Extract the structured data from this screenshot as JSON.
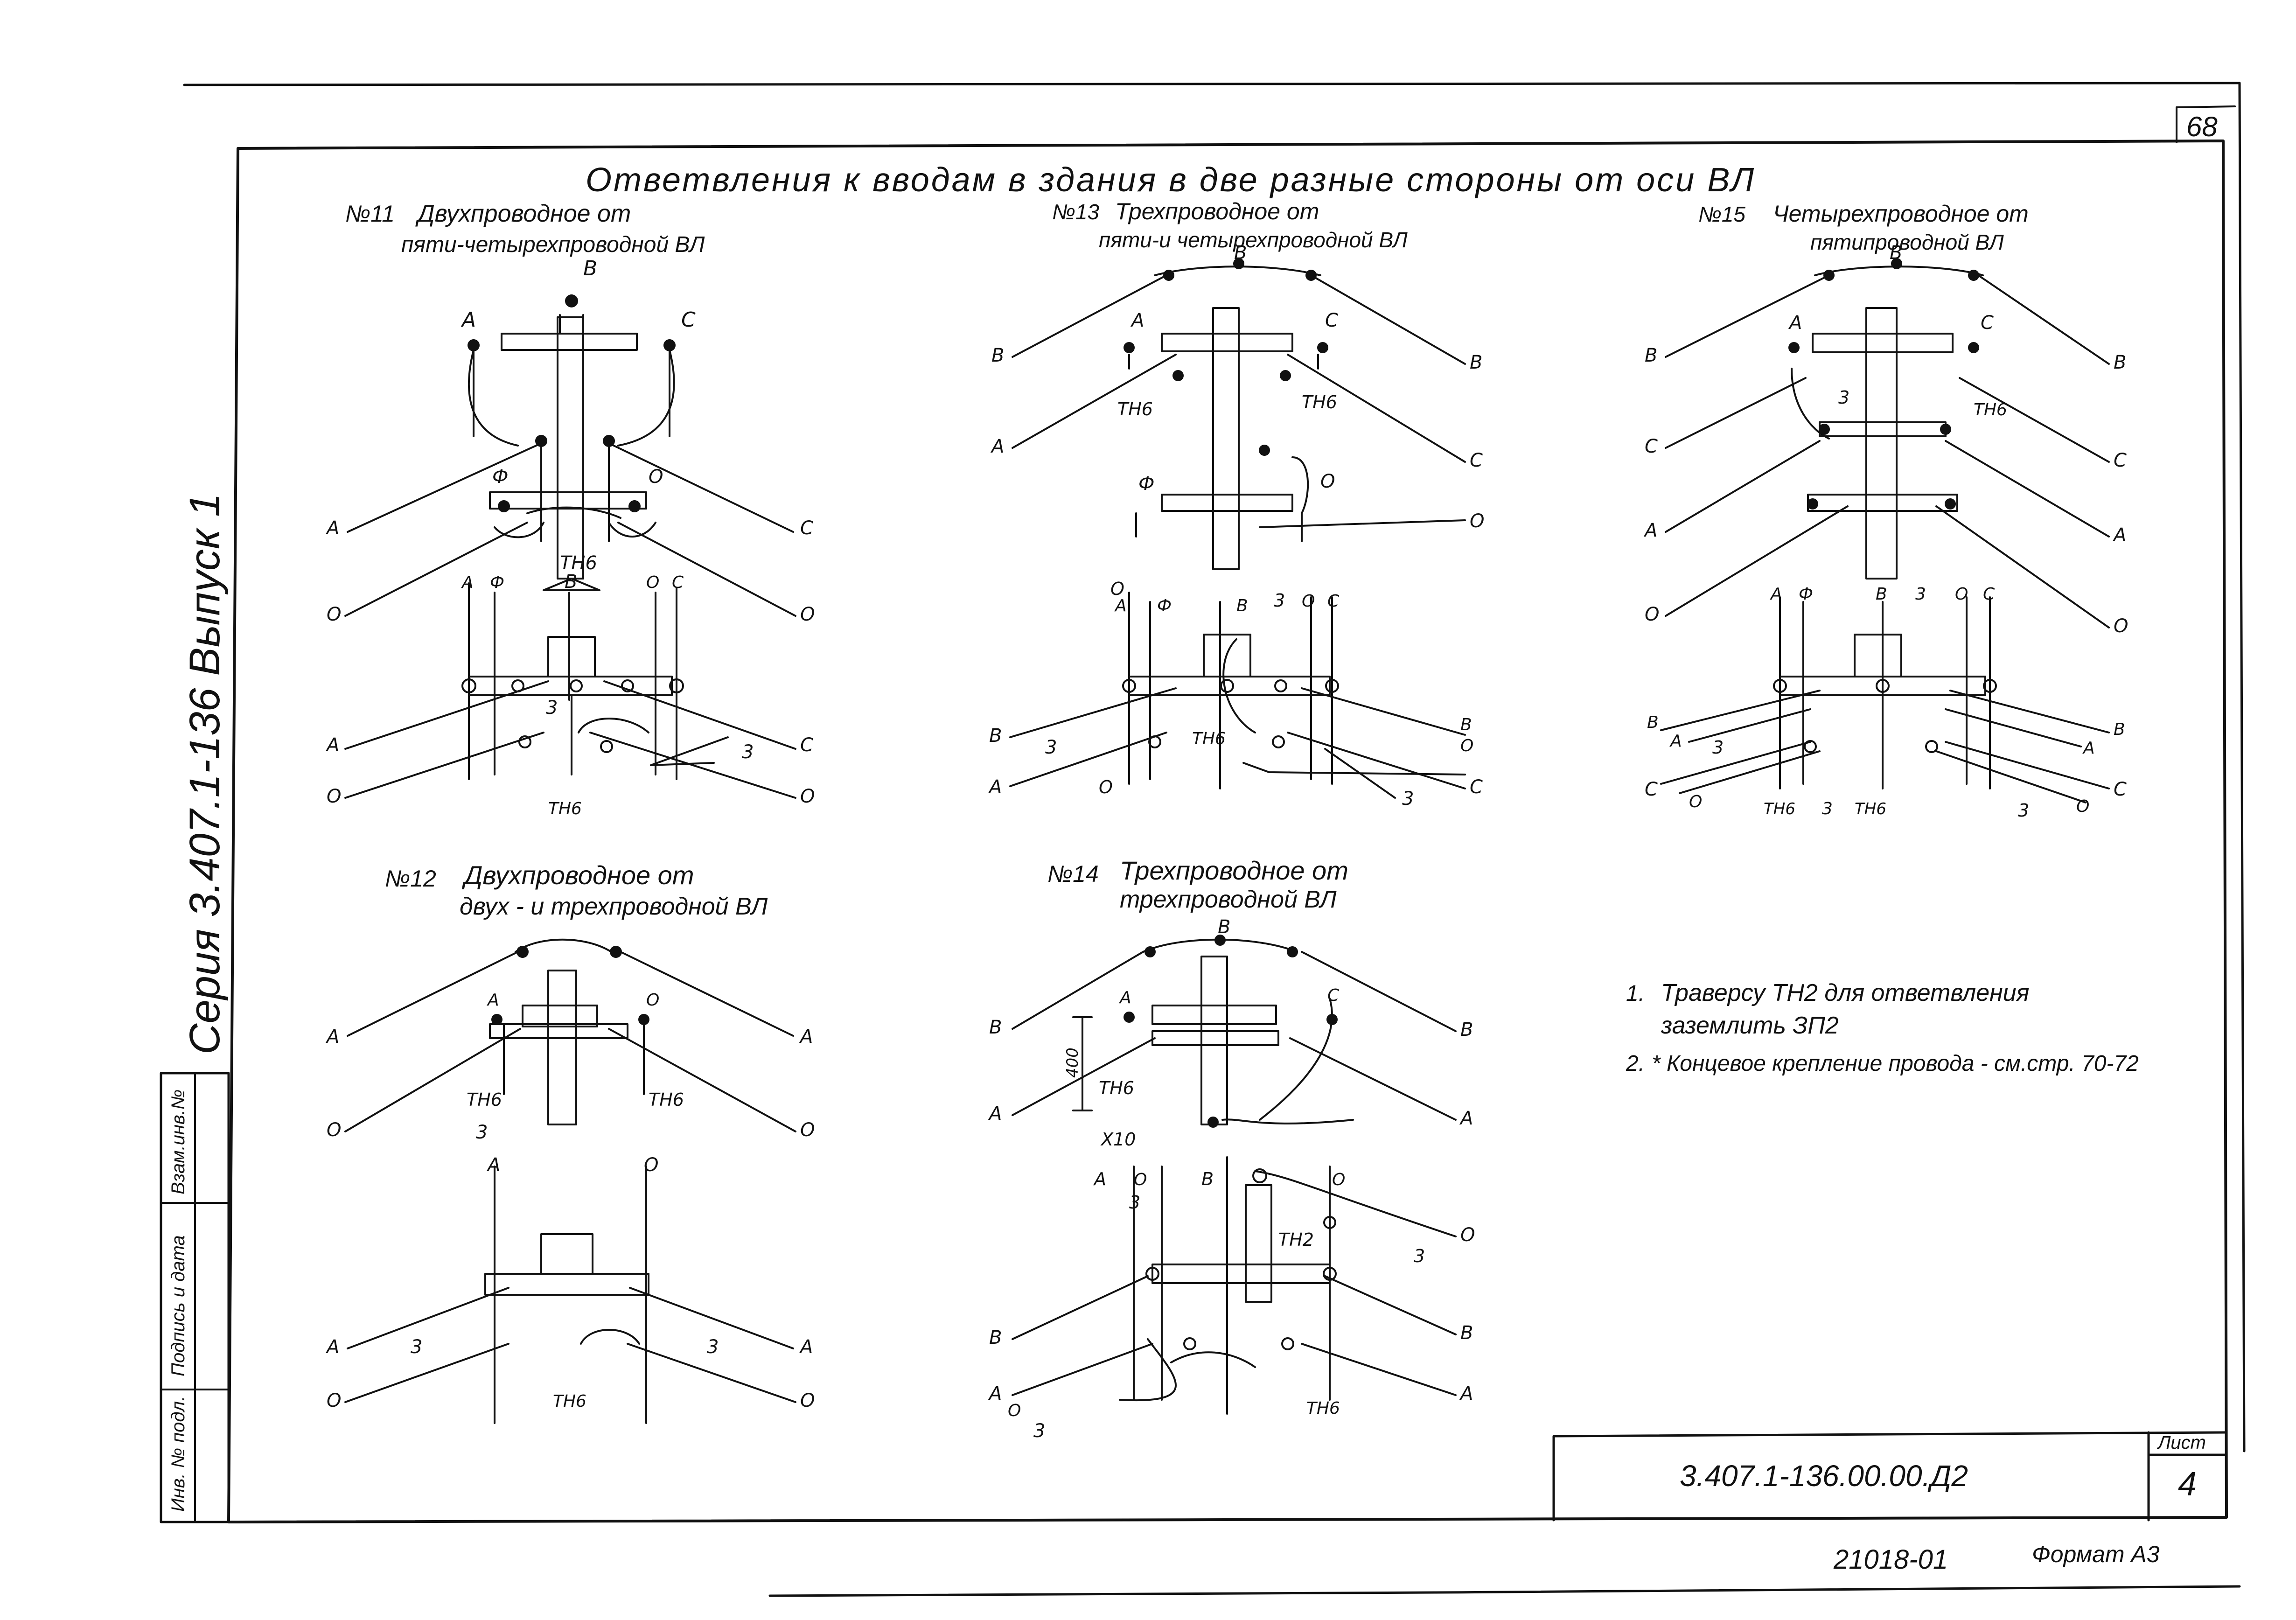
{
  "sheet": {
    "page_number": "68",
    "main_title": "Ответвления к вводам в здания в две разные стороны от оси ВЛ",
    "series_label": "Серия 3.407.1-136 Выпуск 1",
    "document_code": "3.407.1-136.00.00.Д2",
    "sheet_label": "Лист",
    "sheet_number": "4",
    "inventory_number": "21018-01",
    "format_label": "Формат А3",
    "stamp_cells": [
      "Инв. № подл.",
      "Подпись и дата",
      "Взам.инв.№"
    ]
  },
  "notes": [
    {
      "num": "1.",
      "text": "Траверсу ТН2 для ответвления",
      "text2": "заземлить ЗП2"
    },
    {
      "num": "2.",
      "text": "* Концевое крепление провода - см.стр. 70-72"
    }
  ],
  "diagrams": [
    {
      "id": "d11",
      "num": "№11",
      "title1": "Двухпроводное от",
      "title2": "пяти-четырехпроводной ВЛ"
    },
    {
      "id": "d12",
      "num": "№12",
      "title1": "Двухпроводное от",
      "title2": "двух - и трехпроводной ВЛ"
    },
    {
      "id": "d13",
      "num": "№13",
      "title1": "Трехпроводное от",
      "title2": "пяти-и четырехпроводной ВЛ"
    },
    {
      "id": "d14",
      "num": "№14",
      "title1": "Трехпроводное от",
      "title2": "трехпроводной ВЛ"
    },
    {
      "id": "d15",
      "num": "№15",
      "title1": "Четырехпроводное от",
      "title2": "пятипроводной ВЛ"
    }
  ],
  "labels": {
    "A": "А",
    "B": "В",
    "C": "С",
    "O": "О",
    "F": "Ф",
    "TN6": "ТН6",
    "TN2": "ТН2",
    "Z": "3",
    "X10": "Х10",
    "dim400": "400"
  }
}
